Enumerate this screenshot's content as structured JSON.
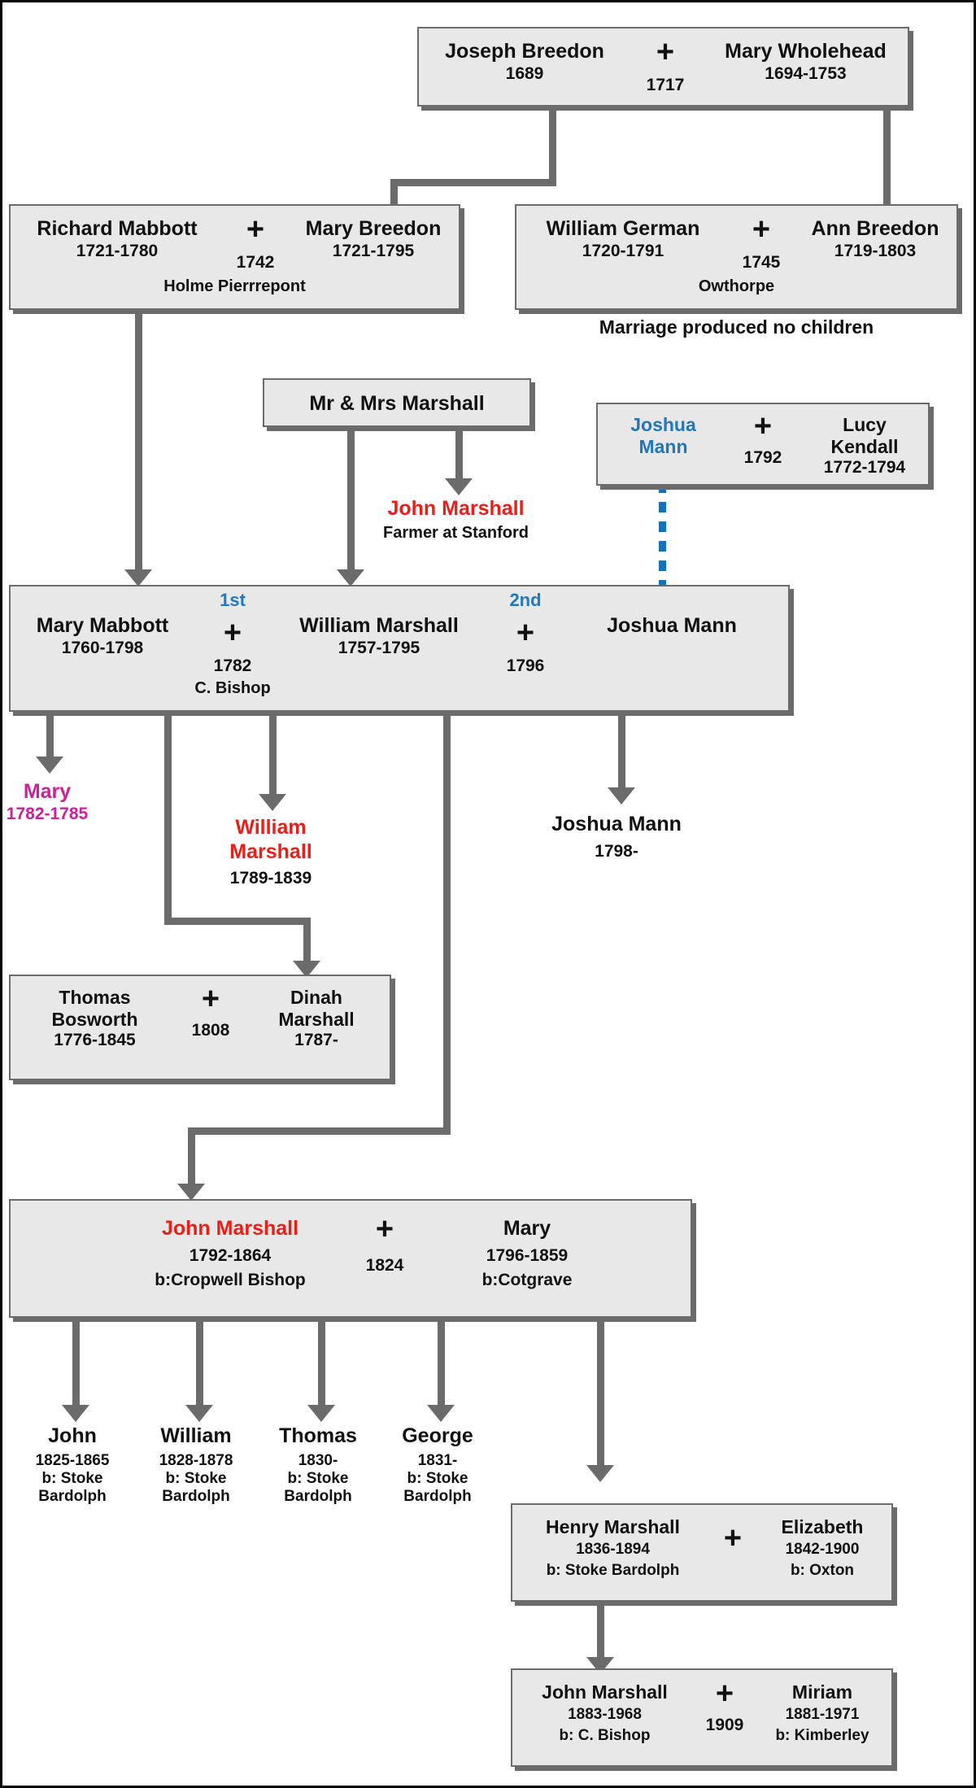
{
  "title": "Marshall / Breedon / Mabbott Family Tree",
  "colors": {
    "box_fill": "#e8e8e8",
    "box_border": "#6b6b6b",
    "connector": "#6b6b6b",
    "highlight_red": "#e8201a",
    "highlight_blue": "#2277bb",
    "highlight_magenta": "#cc2299",
    "page_border": "#000000"
  },
  "union_symbol": "+",
  "nodes": {
    "breedon_wholehead": {
      "left_name": "Joseph Breedon",
      "left_dates": "1689",
      "marriage_year": "1717",
      "right_name": "Mary Wholehead",
      "right_dates": "1694-1753"
    },
    "mabbott_breedon": {
      "left_name": "Richard Mabbott",
      "left_dates": "1721-1780",
      "marriage_year": "1742",
      "marriage_place": "Holme Pierrrepont",
      "right_name": "Mary Breedon",
      "right_dates": "1721-1795"
    },
    "german_breedon": {
      "left_name": "William German",
      "left_dates": "1720-1791",
      "marriage_year": "1745",
      "marriage_place": "Owthorpe",
      "right_name": "Ann Breedon",
      "right_dates": "1719-1803",
      "footnote": "Marriage produced no children"
    },
    "mr_mrs_marshall": {
      "name": "Mr & Mrs Marshall"
    },
    "john_marshall_farmer": {
      "name": "John Marshall",
      "note": "Farmer at Stanford"
    },
    "mann_kendall": {
      "left_name_line1": "Joshua",
      "left_name_line2": "Mann",
      "marriage_year": "1792",
      "right_name_line1": "Lucy",
      "right_name_line2": "Kendall",
      "right_dates": "1772-1794"
    },
    "mabbott_marshall_mann": {
      "left_name": "Mary Mabbott",
      "left_dates": "1760-1798",
      "first_label": "1st",
      "first_year": "1782",
      "first_place": "C. Bishop",
      "middle_name": "William Marshall",
      "middle_dates": "1757-1795",
      "second_label": "2nd",
      "second_year": "1796",
      "right_name": "Joshua Mann"
    },
    "child_mary": {
      "name": "Mary",
      "dates": "1782-1785"
    },
    "child_william_marshall": {
      "name_line1": "William",
      "name_line2": "Marshall",
      "dates": "1789-1839"
    },
    "child_joshua_mann": {
      "name": "Joshua Mann",
      "dates": "1798-"
    },
    "bosworth_marshall": {
      "left_name_line1": "Thomas",
      "left_name_line2": "Bosworth",
      "left_dates": "1776-1845",
      "marriage_year": "1808",
      "right_name_line1": "Dinah",
      "right_name_line2": "Marshall",
      "right_dates": "1787-"
    },
    "john_marshall_mary": {
      "left_name": "John Marshall",
      "left_dates": "1792-1864",
      "left_place": "b:Cropwell Bishop",
      "marriage_year": "1824",
      "right_name": "Mary",
      "right_dates": "1796-1859",
      "right_place": "b:Cotgrave"
    },
    "henry_elizabeth": {
      "left_name": "Henry Marshall",
      "left_dates": "1836-1894",
      "left_place": "b: Stoke Bardolph",
      "right_name": "Elizabeth",
      "right_dates": "1842-1900",
      "right_place": "b: Oxton"
    },
    "john_miriam": {
      "left_name": "John Marshall",
      "left_dates": "1883-1968",
      "left_place": "b: C. Bishop",
      "marriage_year": "1909",
      "right_name": "Miriam",
      "right_dates": "1881-1971",
      "right_place": "b: Kimberley"
    }
  },
  "children_row": [
    {
      "name": "John",
      "dates": "1825-1865",
      "place_line1": "b: Stoke",
      "place_line2": "Bardolph"
    },
    {
      "name": "William",
      "dates": "1828-1878",
      "place_line1": "b: Stoke",
      "place_line2": "Bardolph"
    },
    {
      "name": "Thomas",
      "dates": "1830-",
      "place_line1": "b: Stoke",
      "place_line2": "Bardolph"
    },
    {
      "name": "George",
      "dates": "1831-",
      "place_line1": "b: Stoke",
      "place_line2": "Bardolph"
    }
  ]
}
